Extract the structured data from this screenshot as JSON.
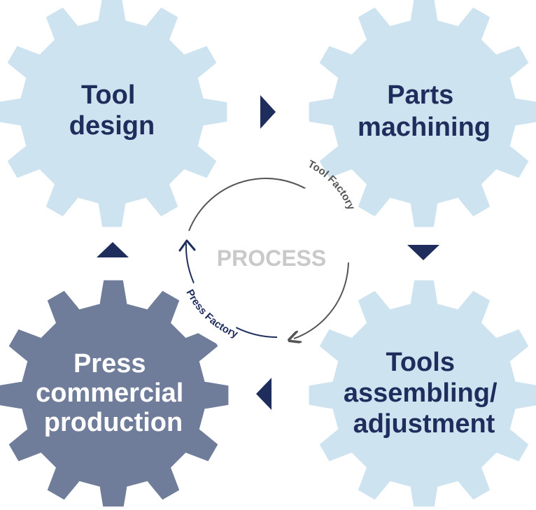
{
  "colors": {
    "gear_light": "#cde3ef",
    "gear_dark": "#6f7c9a",
    "text_dark": "#1e2d5c",
    "text_light": "#ffffff",
    "arrow": "#1e2d5c",
    "cycle_grey": "#555555",
    "center_grey": "#c9c9c9"
  },
  "gears": {
    "tool_design": {
      "lines": [
        "Tool",
        "design"
      ]
    },
    "parts_machining": {
      "lines": [
        "Parts",
        "machining"
      ]
    },
    "tools_assembling": {
      "lines": [
        "Tools",
        "assembling/",
        "adjustment"
      ]
    },
    "press_commercial": {
      "lines": [
        "Press",
        "commercial",
        "production"
      ]
    }
  },
  "cycle": {
    "center_label": "PROCESS",
    "tool_factory_label": "Tool Factory",
    "press_factory_label": "Press Factory"
  }
}
